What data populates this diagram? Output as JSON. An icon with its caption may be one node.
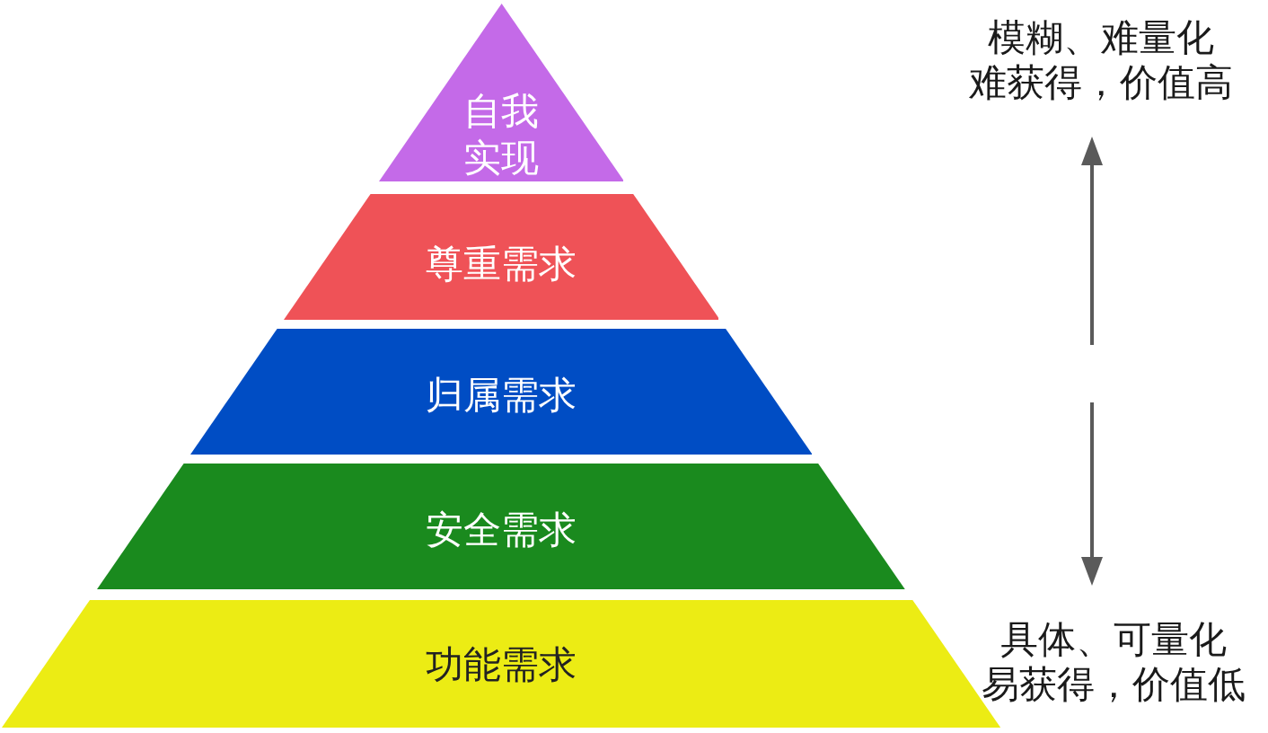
{
  "diagram": {
    "nodes": [
      {
        "text": [
          "自我实现"
        ]
      },
      {
        "text": [
          "尊重需求"
        ]
      },
      {
        "text": [
          "归属需求"
        ]
      },
      {
        "text": [
          "安全需求"
        ]
      },
      {
        "text": [
          "功能需求"
        ]
      }
    ],
    "labels": [
      "模糊、难量化难获得，价值高",
      "具体、可量化易获得，价值低"
    ]
  }
}
